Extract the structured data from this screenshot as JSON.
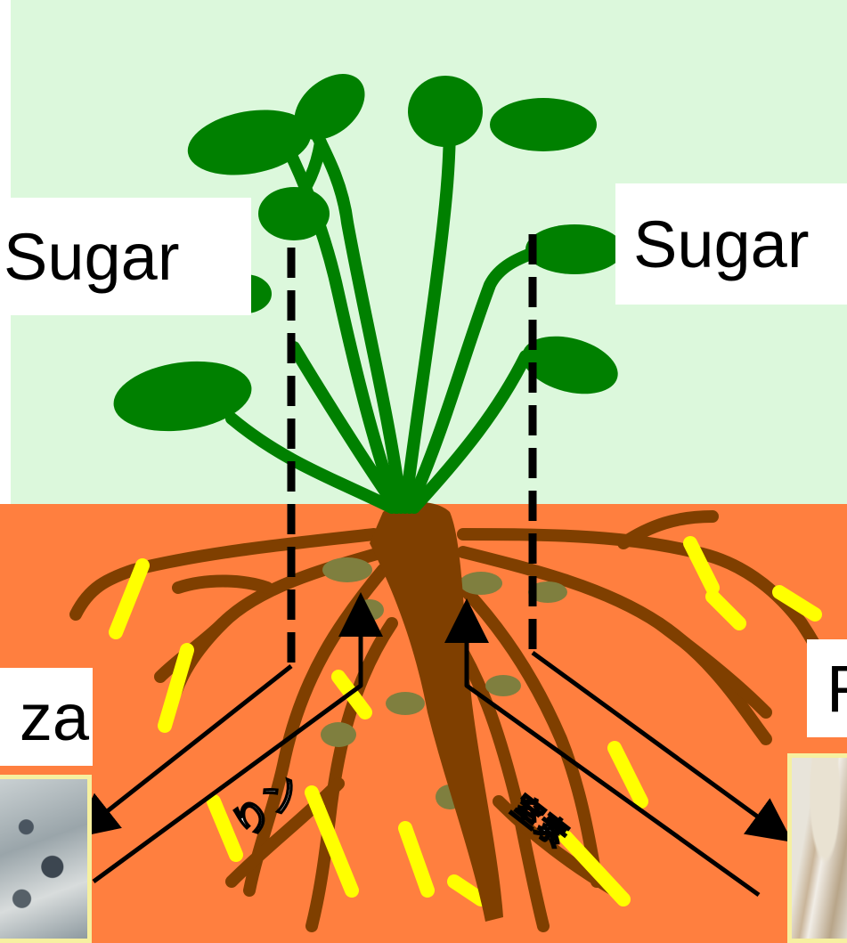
{
  "labels": {
    "sugar_left": "Sugar",
    "sugar_right": "Sugar",
    "mycorrhiza_partial": "za",
    "right_partial": "R"
  },
  "nutrients": {
    "phosphorus": "りン",
    "nitrogen": "窒素"
  },
  "colors": {
    "sky": "#dcf8dc",
    "soil": "#ff7f3f",
    "leaf": "#008000",
    "stem": "#7f3f00",
    "root_tip": "#ffff00",
    "nodule": "#7f7f3f",
    "arrow": "#000000"
  }
}
